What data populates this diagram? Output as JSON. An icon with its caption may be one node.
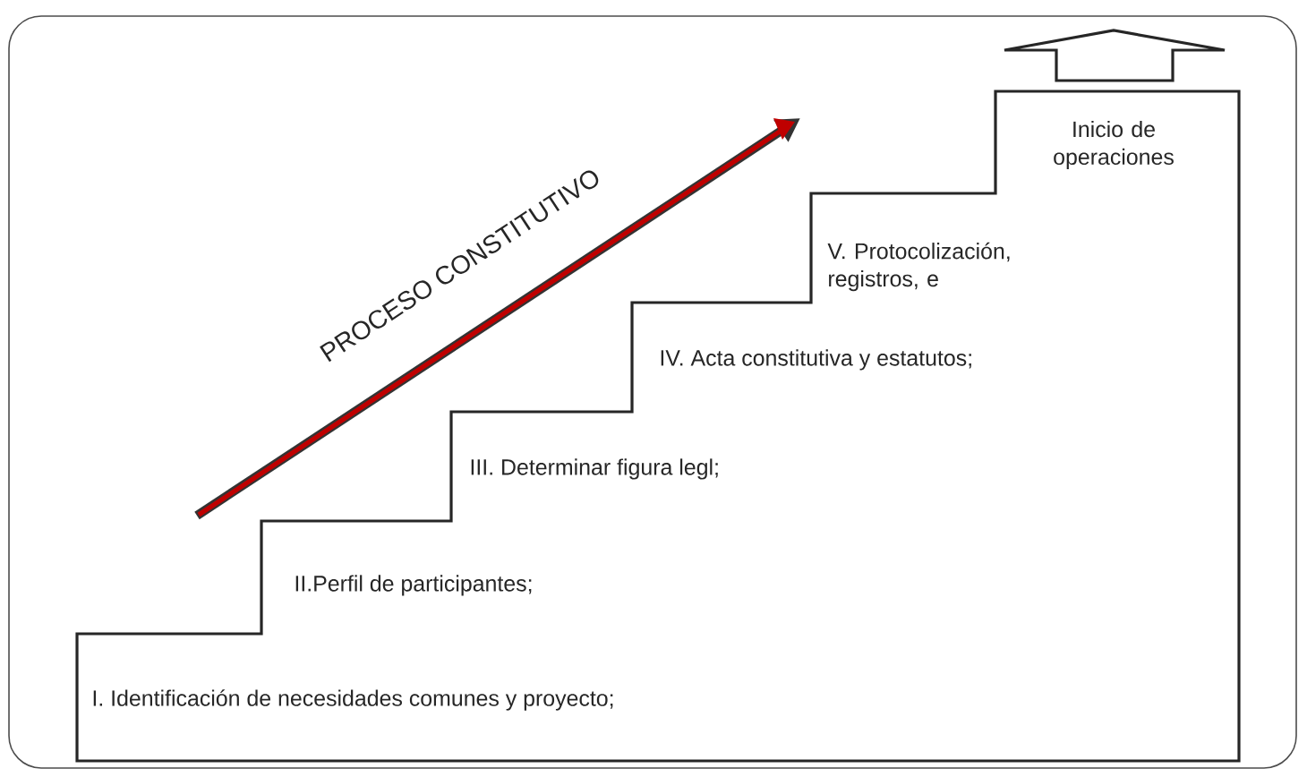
{
  "diagram": {
    "labels": [
      "PROCESO CONSTITUTIVO",
      "Inicio de operaciones",
      "V. Protocolización, registros, e",
      "IV. Acta constitutiva y estatutos;",
      "III. Determinar figura legl;",
      "II.Perfil de participantes;",
      "I. Identificación de necesidades comunes y proyecto;"
    ]
  }
}
